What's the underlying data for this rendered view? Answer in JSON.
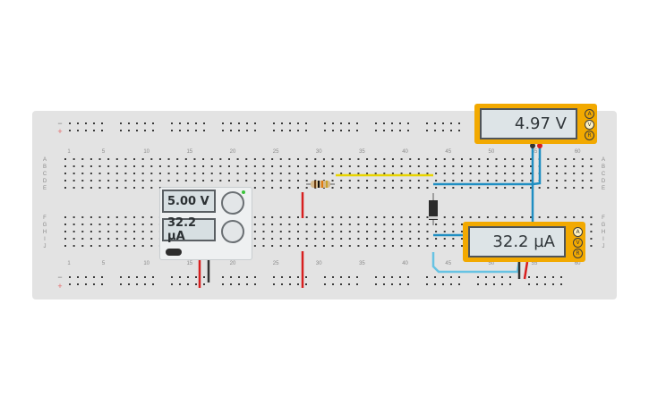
{
  "board": {
    "column_numbers_top": [
      "1",
      "5",
      "10",
      "15",
      "20",
      "25",
      "30",
      "35",
      "40",
      "45",
      "50",
      "55",
      "60"
    ],
    "column_numbers_bottom": [
      "1",
      "5",
      "10",
      "15",
      "20",
      "25",
      "30",
      "35",
      "40",
      "45",
      "50",
      "55",
      "60"
    ],
    "row_letters_top": [
      "A",
      "B",
      "C",
      "D",
      "E"
    ],
    "row_letters_bottom": [
      "F",
      "G",
      "H",
      "I",
      "J"
    ],
    "rail_minus": "−",
    "rail_plus": "+"
  },
  "power_supply": {
    "voltage_display": "5.00 V",
    "current_display": "32.2 µA"
  },
  "voltmeter": {
    "reading": "4.97 V",
    "modes": [
      "A",
      "V",
      "R"
    ]
  },
  "ammeter": {
    "reading": "32.2 µA",
    "modes": [
      "A",
      "V",
      "R"
    ]
  },
  "colors": {
    "board": "#e3e3e3",
    "meter_body": "#f2a900",
    "wire_blue": "#1f8ec2",
    "wire_light_blue": "#67c3e3",
    "wire_yellow": "#e8d400",
    "wire_red": "#d71f1f",
    "wire_black": "#333333"
  }
}
